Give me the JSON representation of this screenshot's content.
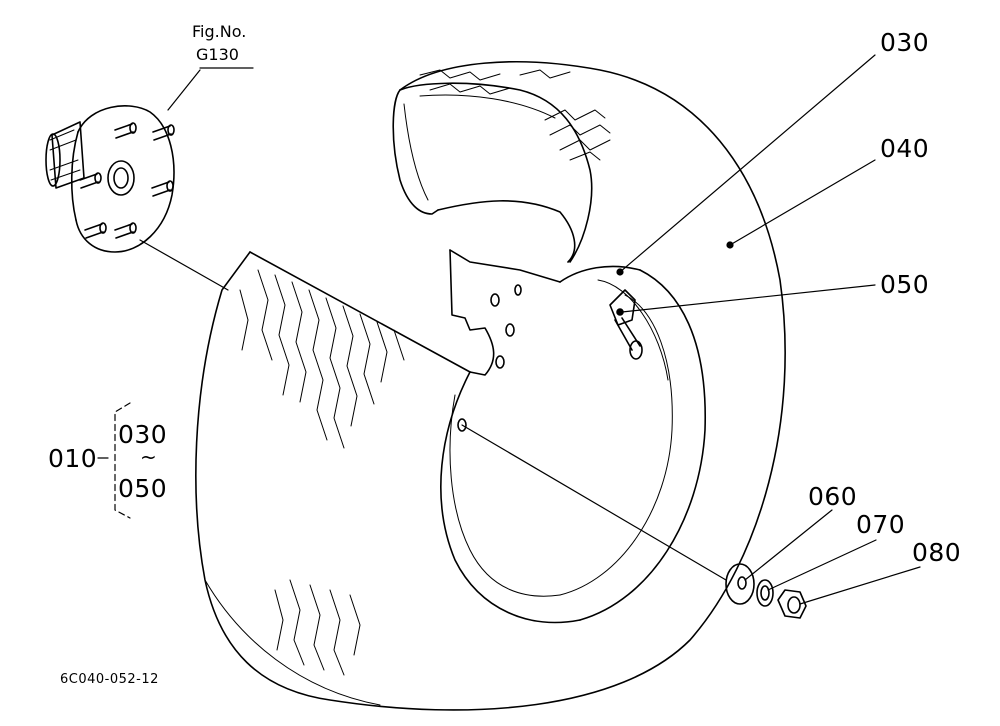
{
  "figure_ref": {
    "label": "Fig.No.",
    "number": "G130"
  },
  "callouts": {
    "p010": "010",
    "p030": "030",
    "p040": "040",
    "p050": "050",
    "p060": "060",
    "p070": "070",
    "p080": "080"
  },
  "assembly_range": {
    "from": "030",
    "sep": "~",
    "to": "050"
  },
  "drawing_code": "6C040-052-12",
  "colors": {
    "line": "#000000",
    "background": "#ffffff"
  }
}
